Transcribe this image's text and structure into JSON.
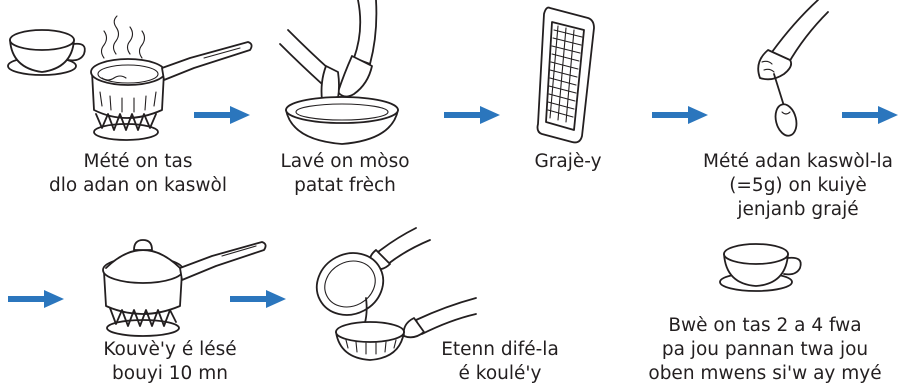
{
  "colors": {
    "arrow": "#2b76bd",
    "ink": "#231f20"
  },
  "steps": [
    {
      "id": 1,
      "icon": "pot-on-stove-with-cup-icon",
      "lines": [
        "Mété on tas",
        "dlo adan on kaswòl"
      ]
    },
    {
      "id": 2,
      "icon": "hands-washing-potato-icon",
      "lines": [
        "Lavé on mòso",
        "patat frèch"
      ]
    },
    {
      "id": 3,
      "icon": "grater-icon",
      "lines": [
        "Grajè-y"
      ]
    },
    {
      "id": 4,
      "icon": "spoon-in-hand-icon",
      "lines": [
        "Mété adan kaswòl-la",
        "(=5g) on kuiyè",
        "jenjanb grajé"
      ]
    },
    {
      "id": 5,
      "icon": "covered-pot-icon",
      "lines": [
        "Kouvè'y é lésé",
        "bouyi 10 mn"
      ]
    },
    {
      "id": 6,
      "icon": "pouring-strainer-icon",
      "lines": [
        "Etenn difé-la",
        "é koulé'y"
      ]
    },
    {
      "id": 7,
      "icon": "teacup-icon",
      "lines": [
        "Bwè on tas 2 a 4 fwa",
        "pa jou pannan twa jou",
        "oben mwens si'w ay myé"
      ]
    }
  ]
}
